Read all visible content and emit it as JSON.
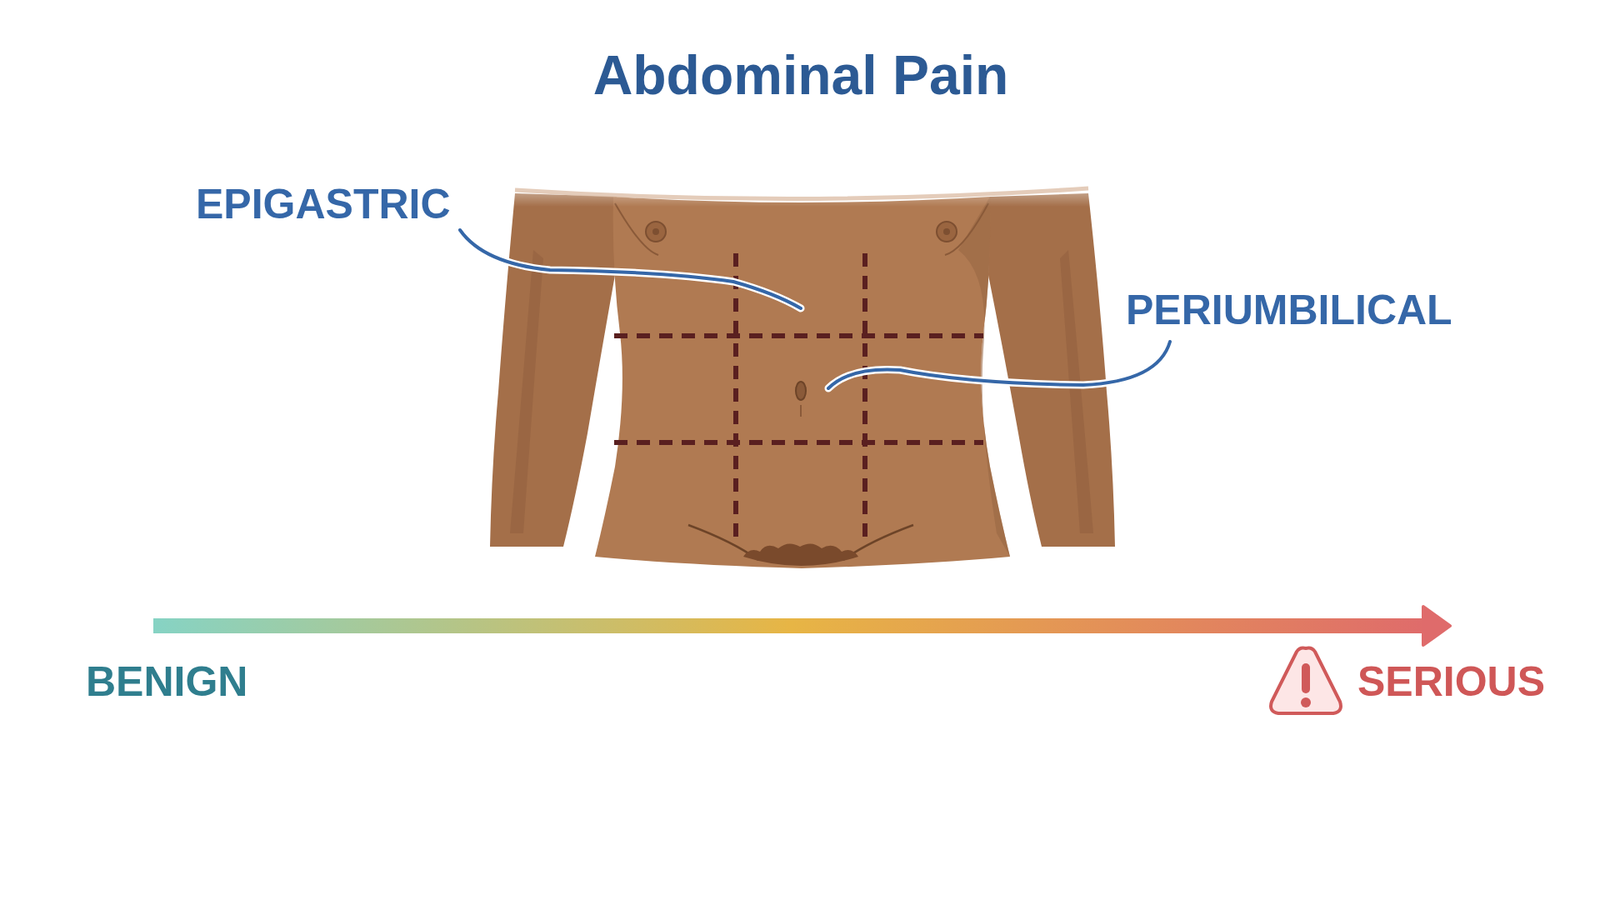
{
  "diagram": {
    "title": "Abdominal Pain",
    "labels": [
      "EPIGASTRIC",
      "PERIUMBILICAL",
      "BENIGN",
      "SERIOUS"
    ]
  }
}
